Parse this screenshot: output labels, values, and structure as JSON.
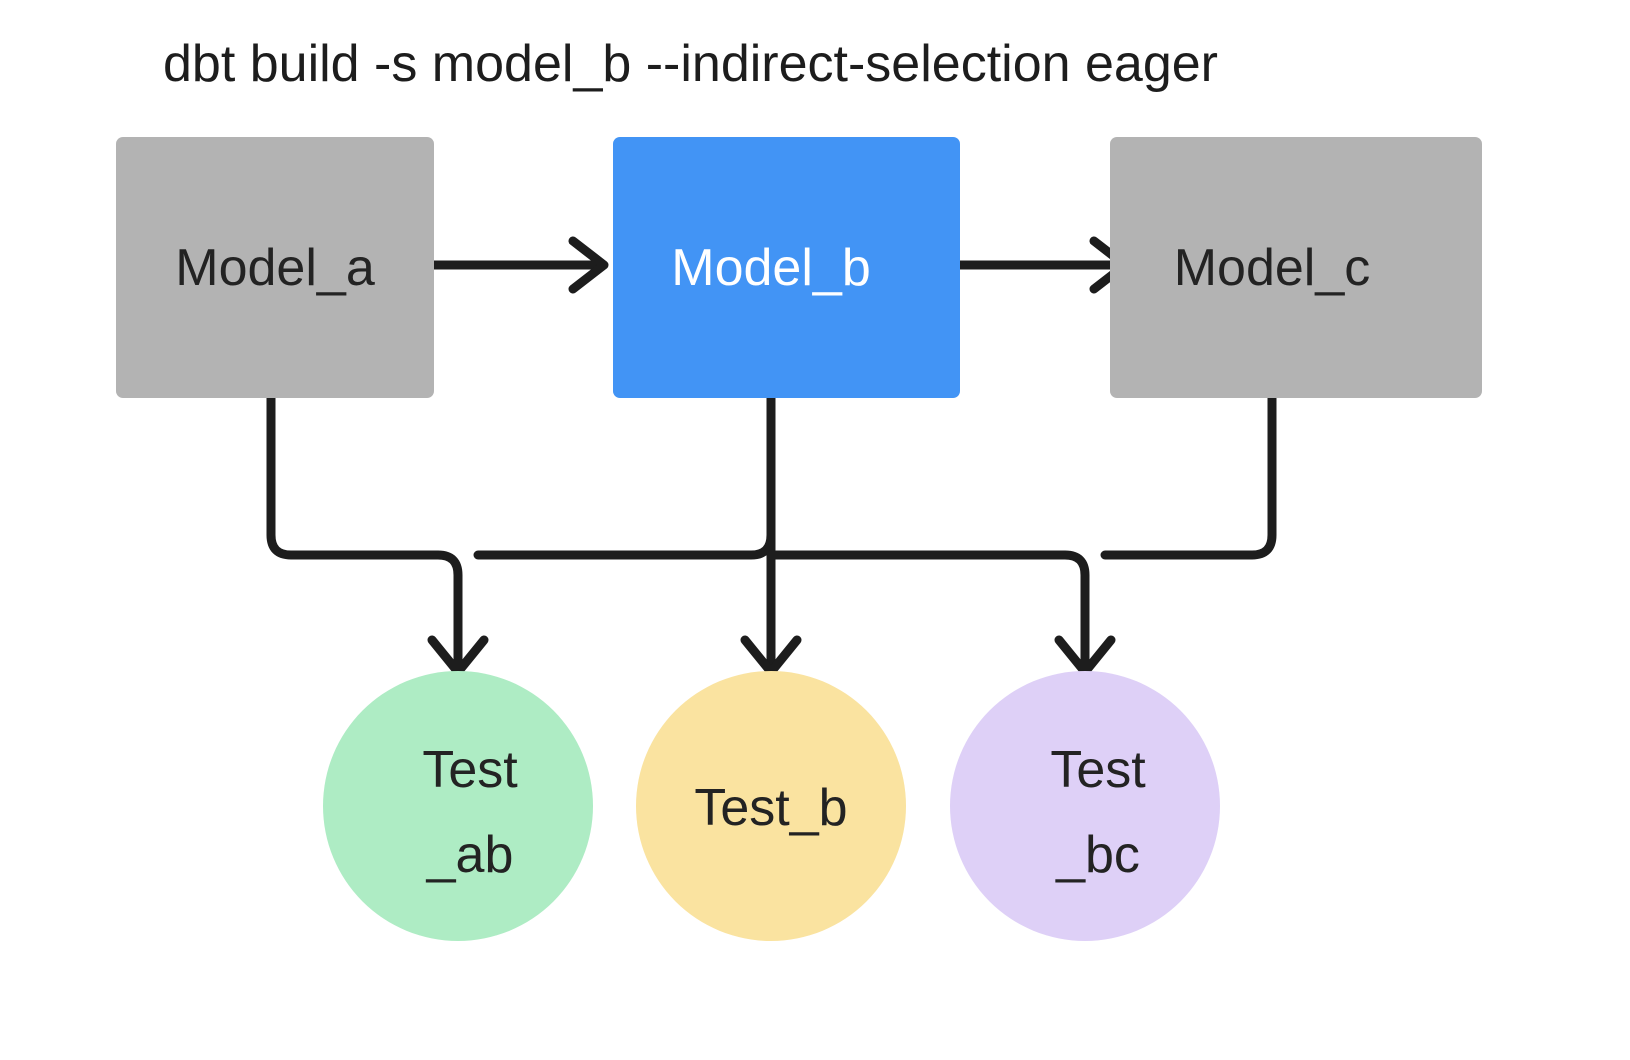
{
  "diagram": {
    "title": "dbt build -s model_b --indirect-selection eager",
    "background": "#ffffff",
    "edge_color": "#1d1d1d",
    "models": [
      {
        "id": "model-a",
        "label": "Model_a",
        "shape": "rectangle",
        "fill": "#b3b3b3",
        "text_color": "#232323",
        "selected": false
      },
      {
        "id": "model-b",
        "label": "Model_b",
        "shape": "rectangle",
        "fill": "#4294f5",
        "text_color": "#ffffff",
        "selected": true
      },
      {
        "id": "model-c",
        "label": "Model_c",
        "shape": "rectangle",
        "fill": "#b3b3b3",
        "text_color": "#232323",
        "selected": false
      }
    ],
    "tests": [
      {
        "id": "test-ab",
        "label_line1": "Test",
        "label_line2": "_ab",
        "shape": "circle",
        "fill": "#aeecc4",
        "text_color": "#232323"
      },
      {
        "id": "test-b",
        "label_line1": "Test_b",
        "label_line2": "",
        "shape": "circle",
        "fill": "#fae3a0",
        "text_color": "#232323"
      },
      {
        "id": "test-bc",
        "label_line1": "Test",
        "label_line2": "_bc",
        "shape": "circle",
        "fill": "#ded0f7",
        "text_color": "#232323"
      }
    ],
    "edges": [
      {
        "id": "edge-model-a-to-model-b",
        "from": "model-a",
        "to": "model-b",
        "style": "straight-arrow"
      },
      {
        "id": "edge-model-b-to-model-c",
        "from": "model-b",
        "to": "model-c",
        "style": "straight-arrow"
      },
      {
        "id": "edge-model-a-to-test-ab",
        "from": "model-a",
        "to": "test-ab",
        "style": "elbow-arrow"
      },
      {
        "id": "edge-model-b-to-test-ab",
        "from": "model-b",
        "to": "test-ab",
        "style": "elbow-arrow"
      },
      {
        "id": "edge-model-b-to-test-b",
        "from": "model-b",
        "to": "test-b",
        "style": "straight-arrow"
      },
      {
        "id": "edge-model-b-to-test-bc",
        "from": "model-b",
        "to": "test-bc",
        "style": "elbow-arrow"
      },
      {
        "id": "edge-model-c-to-test-bc",
        "from": "model-c",
        "to": "test-bc",
        "style": "elbow-arrow"
      }
    ]
  }
}
